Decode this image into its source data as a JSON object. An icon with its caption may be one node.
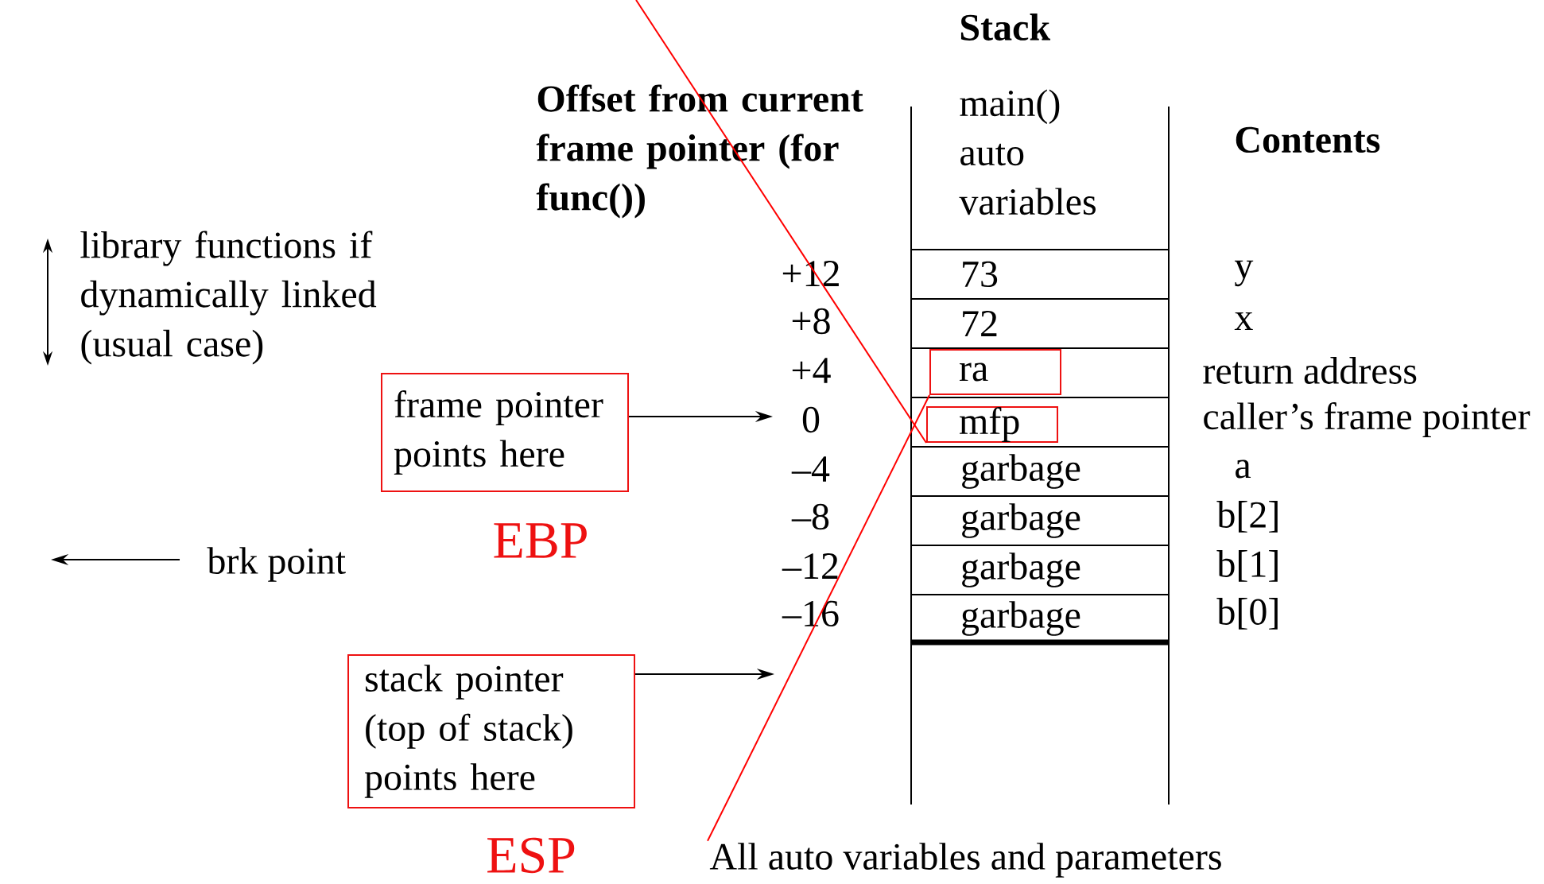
{
  "diagram": {
    "nodes": [
      {
        "text": [
          "Stack",
          "main() auto variables"
        ]
      },
      {
        "text": [
          "73"
        ],
        "in": 0
      },
      {
        "text": [
          "72"
        ],
        "in": 0
      },
      {
        "text": [],
        "shape": "box",
        "in": 0
      },
      {
        "text": [],
        "shape": "box",
        "in": 0
      },
      {
        "text": [
          "garbage"
        ],
        "in": 0
      },
      {
        "text": [
          "garbage"
        ],
        "in": 0
      },
      {
        "text": [
          "garbage"
        ],
        "in": 0
      },
      {
        "text": [
          "garbage"
        ],
        "in": 0
      },
      {
        "text": [
          "ra"
        ],
        "in": 3
      },
      {
        "text": [
          "mfp"
        ],
        "in": 4
      },
      {
        "text": [
          "frame pointer points here"
        ],
        "beside": [
          "EBP"
        ]
      },
      {
        "text": [
          "stack pointer (top of stack) points here"
        ],
        "beside": [
          "ESP"
        ]
      },
      {
        "text": [
          "All auto variables and parameters"
        ]
      }
    ],
    "edges": [
      {
        "from": 11,
        "to": null,
        "arrow": "to"
      },
      {
        "from": 12,
        "to": null,
        "arrow": "to"
      },
      {
        "from": null,
        "to": 10,
        "arrow": "none",
        "color": "#ff0000"
      },
      {
        "from": 13,
        "to": 9,
        "arrow": "none",
        "color": "#ff0000"
      }
    ],
    "labels": [
      "Offset from current frame pointer (for func())",
      "Contents",
      "library functions if dynamically linked (usual case)",
      "+12",
      "y",
      "+8",
      "x",
      "+4",
      "return address",
      "0",
      "caller’s frame pointer",
      "–4",
      "a",
      "–8",
      "b[2]",
      "brk point",
      "–12",
      "b[1]",
      "–16",
      "b[0]"
    ]
  }
}
